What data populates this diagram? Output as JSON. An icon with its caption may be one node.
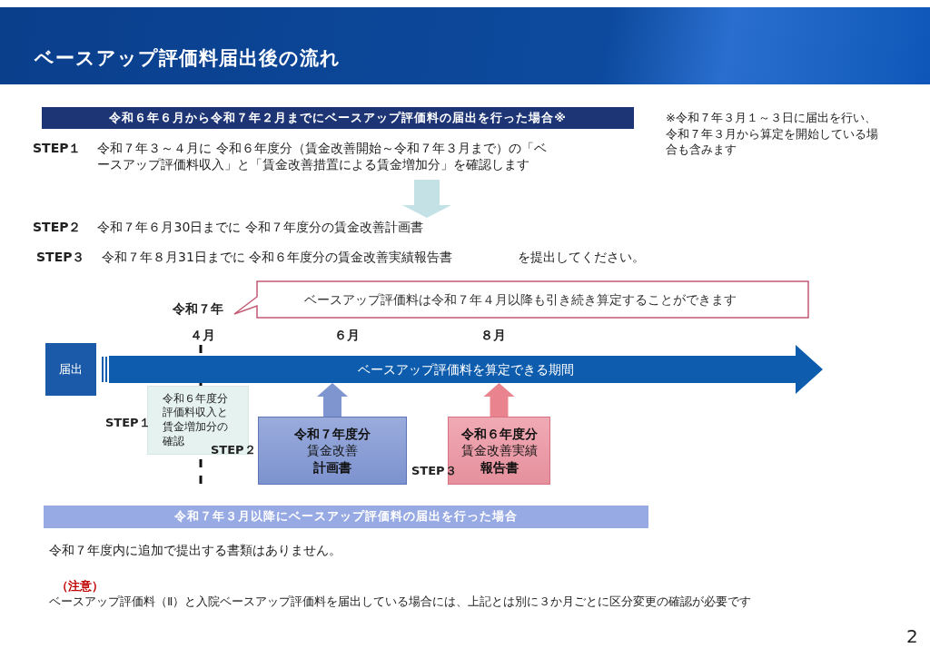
{
  "diagram": {
    "title": "ベースアップ評価料届出後の流れ",
    "nodes": [
      {
        "text": [
          "令和６年６月から令和７年２月までにベースアップ評価料の届出を行った場合※"
        ]
      },
      {
        "text": [
          "STEP１",
          "令和７年３～４月に 令和６年度分（賃金改善開始～令和７年３月まで）の「ベースアップ評価料収入」と「賃金改善措置による賃金増加分」を確認します"
        ]
      },
      {
        "text": [
          "STEP２",
          "令和７年６月30日までに 令和７年度分の賃金改善計画書"
        ]
      },
      {
        "text": [
          "ベースアップ評価料は令和７年４月以降も引き続き算定することができます"
        ]
      },
      {
        "text": [
          "届出"
        ]
      },
      {
        "text": [
          "ベースアップ評価料を算定できる期間"
        ]
      },
      {
        "text": [
          "令和６年度分評価料収入と賃金増加分の確認"
        ],
        "beside": [
          "STEP１"
        ]
      },
      {
        "text": [
          "令和７年度分",
          "賃金改善",
          "計画書"
        ],
        "beside": [
          "STEP２"
        ]
      },
      {
        "text": [
          "令和６年度分",
          "賃金改善実績",
          "報告書"
        ],
        "beside": [
          "STEP３"
        ]
      },
      {
        "text": [
          "令和７年３月以降にベースアップ評価料の届出を行った場合"
        ]
      }
    ],
    "edges": [
      {
        "from": 1,
        "to": 2,
        "arrow": "to",
        "color": "#c4e2e6"
      },
      {
        "from": 7,
        "to": 5,
        "arrow": "to",
        "color": "#7f95cf"
      },
      {
        "from": 8,
        "to": 5,
        "arrow": "to",
        "color": "#e9848f"
      }
    ],
    "labels": [
      "※令和７年３月１～３日に届出を行い、令和７年３月から算定を開始している場合も含みます",
      "STEP３",
      "令和７年８月31日までに 令和６年度分の賃金改善実績報告書",
      "を提出してください。",
      "令和７年",
      "４月",
      "６月",
      "８月",
      "令和７年度内に追加で提出する書類はありません。",
      "（注意）",
      "ベースアップ評価料（Ⅱ）と入院ベースアップ評価料を届出している場合には、上記とは別に３か月ごとに区分変更の確認が必要です",
      "2"
    ]
  }
}
